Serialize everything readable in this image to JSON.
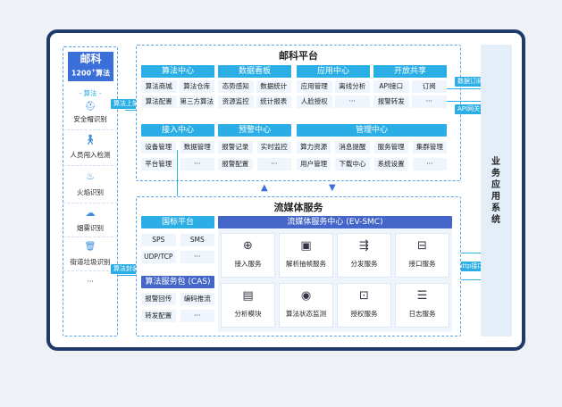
{
  "brand": {
    "name": "邮科",
    "count": "1200",
    "sup": "+",
    "unit": "算法"
  },
  "left_panel": {
    "section_label": "- 算法 -",
    "items": [
      "安全帽识别",
      "人员闯入检测",
      "火焰识别",
      "烟雾识别",
      "街道垃圾识别",
      "···"
    ]
  },
  "platform": {
    "title": "邮科平台"
  },
  "algorithm_center": {
    "title": "算法中心",
    "cells": [
      "算法商城",
      "算法仓库",
      "算法配置",
      "第三方算法"
    ]
  },
  "dashboard": {
    "title": "数据看板",
    "cells": [
      "态势感知",
      "数据统计",
      "资源监控",
      "统计报表"
    ]
  },
  "app_center": {
    "title": "应用中心",
    "cells": [
      "应用管理",
      "离线分析",
      "人脸授权",
      "···"
    ]
  },
  "open_share": {
    "title": "开放共享",
    "cells": [
      "API接口",
      "订阅",
      "报警转发",
      "···"
    ]
  },
  "access_center": {
    "title": "接入中心",
    "cells": [
      "设备管理",
      "数据管理",
      "平台管理",
      "···"
    ]
  },
  "alarm_center": {
    "title": "预警中心",
    "cells": [
      "报警记录",
      "实时监控",
      "报警配置",
      "···"
    ]
  },
  "mgmt_center": {
    "title": "管理中心",
    "cells": [
      "算力资源",
      "消息提醒",
      "服务管理",
      "集群管理",
      "用户管理",
      "下载中心",
      "系统设置",
      "···"
    ]
  },
  "streaming": {
    "title": "流媒体服务"
  },
  "gb_platform": {
    "title": "国标平台",
    "cells": [
      "SPS",
      "SMS",
      "UDP/TCP",
      "···"
    ]
  },
  "smc": {
    "title": "流媒体服务中心 (EV-SMC)",
    "services": [
      "接入服务",
      "解析抽帧服务",
      "分发服务",
      "接口服务",
      "分析模块",
      "算法状态监测",
      "授权服务",
      "日志服务"
    ]
  },
  "cas": {
    "title": "算法服务包 (CAS)",
    "cells": [
      "报警回传",
      "编码推流",
      "转发配置",
      "···"
    ]
  },
  "connectors": {
    "algo_up": "算法上架",
    "algo_pack": "算法封装",
    "subscribe": "数据订阅推送",
    "api_call": "API网关调用",
    "http": "http接口"
  },
  "business": {
    "title": "业务应用系统"
  },
  "colors": {
    "accent": "#2aaee5",
    "dark": "#4466c8",
    "frame": "#1f3a6b",
    "dash": "#5aa3e8"
  }
}
